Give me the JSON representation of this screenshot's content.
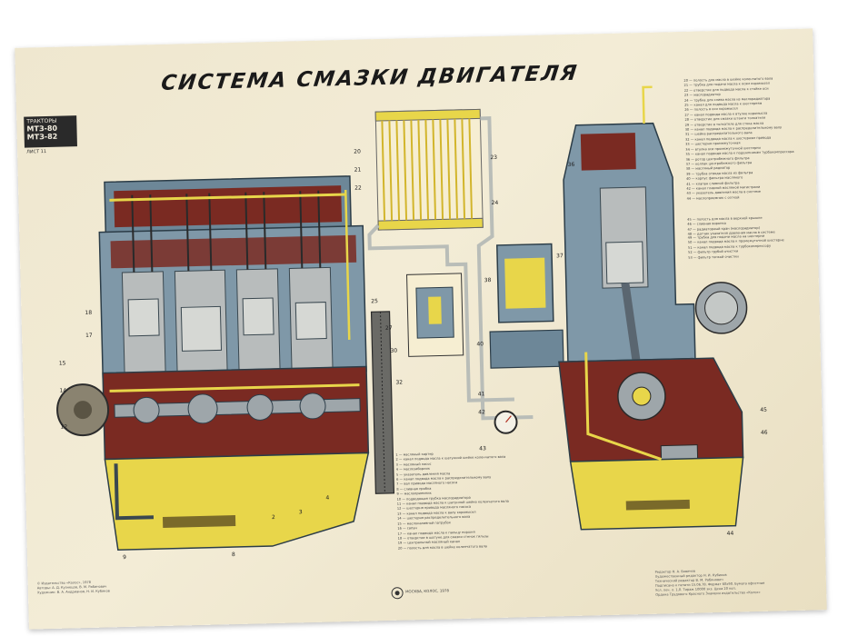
{
  "poster": {
    "title": "СИСТЕМА СМАЗКИ ДВИГАТЕЛЯ",
    "badge": {
      "line1": "ТРАКТОРЫ",
      "line2": "МТЗ-80",
      "line3": "МТЗ-82"
    },
    "sheet": "ЛИСТ 11",
    "publisher": "МОСКВА, КОЛОС, 1978",
    "credits_left": [
      "© Издательство «Колос», 1978",
      "Авторы: А. Д. Кузнецов, В. М. Рабинович",
      "Художник: В. А. Андрианов, Н. И. Кубиков"
    ],
    "credits_right": [
      "Редактор Н. А. Бовичев",
      "Художественный редактор Н. И. Кубиков",
      "Технический редактор В. М. Рабинович",
      "Подписано к печати 15.06.78. Формат 60x90. Бумага офсетная",
      "Усл. печ. л. 1,0. Тираж 10000 экз. Цена 20 коп.",
      "Ордена Трудового Красного Знамени издательство «Колос»"
    ]
  },
  "legend_bottom": [
    "1 — масляный картер",
    "2 — канал подвода масла к шатунной шейке коленчатого вала",
    "3 — масляный насос",
    "4 — маслозаборник",
    "5 — указатель давления масла",
    "6 — канал подвода масла к распределительному валу",
    "7 — вал привода масляного насоса",
    "8 — сливная пробка",
    "9 — маслоприемник",
    "10 — подводящая трубка маслорадиатора",
    "11 — канал подвода масла к шатунной шейке коленчатого вала",
    "12 — шестерня привода масляного насоса",
    "13 — канал подвода масла к валу коромысел",
    "14 — шестерня распределительного вала",
    "15 — маслоналивной патрубок",
    "16 — сапун",
    "17 — канал подвода масла к пальцу поршня",
    "18 — отверстие в шатуне для смазки стенок гильзы",
    "19 — центральный масляный канал",
    "20 — полость для масла в шейке коленчатого вала"
  ],
  "legend_right1": [
    "20 — полость для масла в шейке коленчатого вала",
    "21 — трубка для подачи масла к осям коромысел",
    "22 — отверстие для подвода масла к стойке оси",
    "23 — маслорадиатор",
    "24 — трубка для слива масла из маслорадиатора",
    "25 — канал для подвода масла к шестерням",
    "26 — полость в оси коромысел",
    "27 — канал подвода масла к втулке коромысла",
    "28 — отверстие для смазки штанги толкателя",
    "29 — отверстие в толкателе для стока масла",
    "30 — канал подвода масла к распределительному валу",
    "31 — шейка распределительного вала",
    "32 — канал подвода масла к шестерням привода",
    "33 — шестерня промежуточная",
    "34 — втулка оси промежуточной шестерни",
    "35 — канал подвода масла к подшипникам турбокомпрессора",
    "36 — ротор центробежного фильтра",
    "37 — колпак центробежного фильтра",
    "38 — масляный радиатор",
    "39 — трубка отвода масла из фильтра",
    "40 — корпус фильтра масляного",
    "41 — клапан сливной фильтра",
    "42 — канал главной масляной магистрали",
    "43 — указатель давления масла в системе",
    "44 — маслоприемник с сеткой"
  ],
  "legend_right2": [
    "45 — полость для масла в верхней крышке",
    "46 — сливная воронка",
    "47 — радиаторный кран (маслорадиатор)",
    "48 — датчик указателя давления масла в системе"
  ],
  "legend_right3": [
    "49 — трубка для подачи масла на шестерни",
    "50 — канал подвода масла к промежуточной шестерне",
    "51 — канал подвода масла к турбокомпрессору",
    "52 — фильтр грубой очистки",
    "53 — фильтр тонкой очистки"
  ],
  "colors": {
    "paper": "#efe7cf",
    "block_blue": "#7f98a8",
    "block_dark": "#4c6272",
    "oil_yellow": "#e8d64a",
    "chamber_red": "#7a2a22",
    "metal_grey": "#b8bcbc",
    "pipe_grey": "#c9ccc6"
  },
  "icons": [
    "publisher-logo-icon",
    "pressure-gauge-icon",
    "flywheel-icon",
    "pulley-icon",
    "fan-icon"
  ]
}
